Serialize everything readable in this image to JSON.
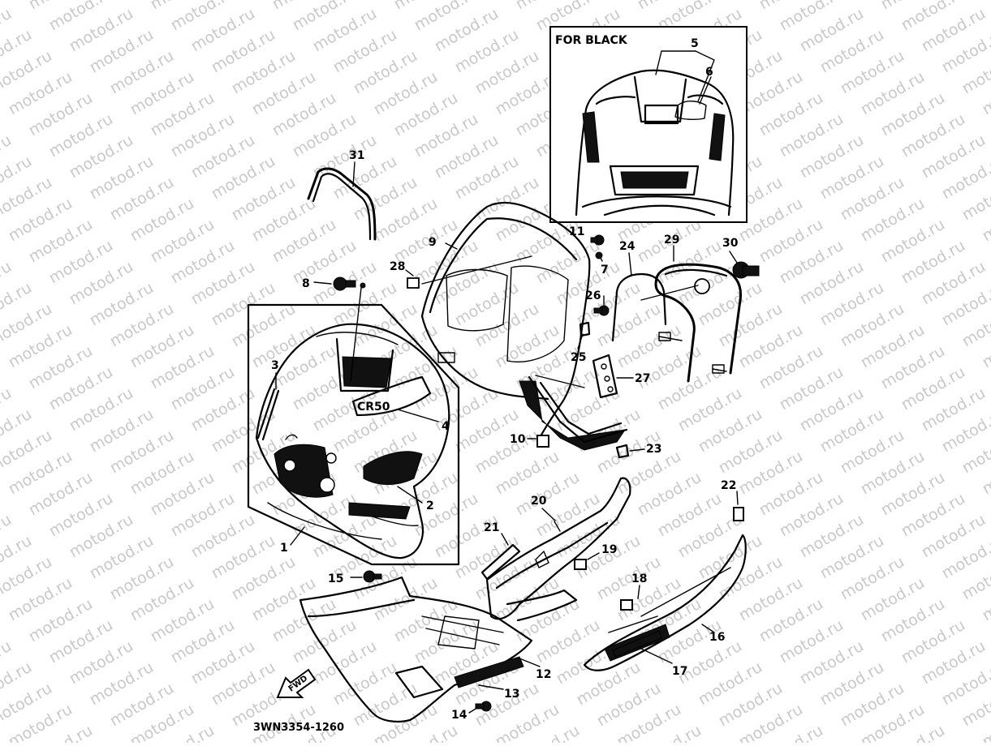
{
  "inset_title": "FOR BLACK",
  "drawing_code": "3WN3354-1260",
  "fwd_label": "FWD",
  "model_badge": "CR50",
  "watermark": "motod.ru",
  "callouts": [
    "1",
    "2",
    "3",
    "4",
    "5",
    "6",
    "7",
    "8",
    "9",
    "10",
    "11",
    "12",
    "13",
    "14",
    "15",
    "16",
    "17",
    "18",
    "19",
    "20",
    "21",
    "22",
    "23",
    "24",
    "25",
    "26",
    "27",
    "28",
    "29",
    "30",
    "31"
  ]
}
